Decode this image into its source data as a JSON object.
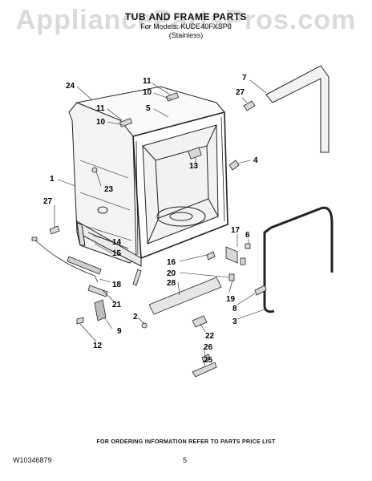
{
  "watermark": "AppliancePartsPros.com",
  "header": {
    "title": "TUB AND FRAME PARTS",
    "models": "For Models: KUDE40FXSP0",
    "finish": "(Stainless)"
  },
  "callouts": [
    {
      "id": "c-24",
      "label": "24"
    },
    {
      "id": "c-11a",
      "label": "11"
    },
    {
      "id": "c-10a",
      "label": "10"
    },
    {
      "id": "c-7",
      "label": "7"
    },
    {
      "id": "c-27a",
      "label": "27"
    },
    {
      "id": "c-11b",
      "label": "11"
    },
    {
      "id": "c-5",
      "label": "5"
    },
    {
      "id": "c-10b",
      "label": "10"
    },
    {
      "id": "c-13",
      "label": "13"
    },
    {
      "id": "c-4",
      "label": "4"
    },
    {
      "id": "c-23",
      "label": "23"
    },
    {
      "id": "c-1",
      "label": "1"
    },
    {
      "id": "c-27b",
      "label": "27"
    },
    {
      "id": "c-14",
      "label": "14"
    },
    {
      "id": "c-15",
      "label": "15"
    },
    {
      "id": "c-17",
      "label": "17"
    },
    {
      "id": "c-6",
      "label": "6"
    },
    {
      "id": "c-16",
      "label": "16"
    },
    {
      "id": "c-20",
      "label": "20"
    },
    {
      "id": "c-28",
      "label": "28"
    },
    {
      "id": "c-18",
      "label": "18"
    },
    {
      "id": "c-19",
      "label": "19"
    },
    {
      "id": "c-21",
      "label": "21"
    },
    {
      "id": "c-8",
      "label": "8"
    },
    {
      "id": "c-3",
      "label": "3"
    },
    {
      "id": "c-2",
      "label": "2"
    },
    {
      "id": "c-22",
      "label": "22"
    },
    {
      "id": "c-9",
      "label": "9"
    },
    {
      "id": "c-12",
      "label": "12"
    },
    {
      "id": "c-26",
      "label": "26"
    },
    {
      "id": "c-25",
      "label": "25"
    }
  ],
  "footer": {
    "note": "FOR ORDERING INFORMATION REFER TO PARTS PRICE LIST",
    "doc_number": "W10346879",
    "page": "5"
  }
}
